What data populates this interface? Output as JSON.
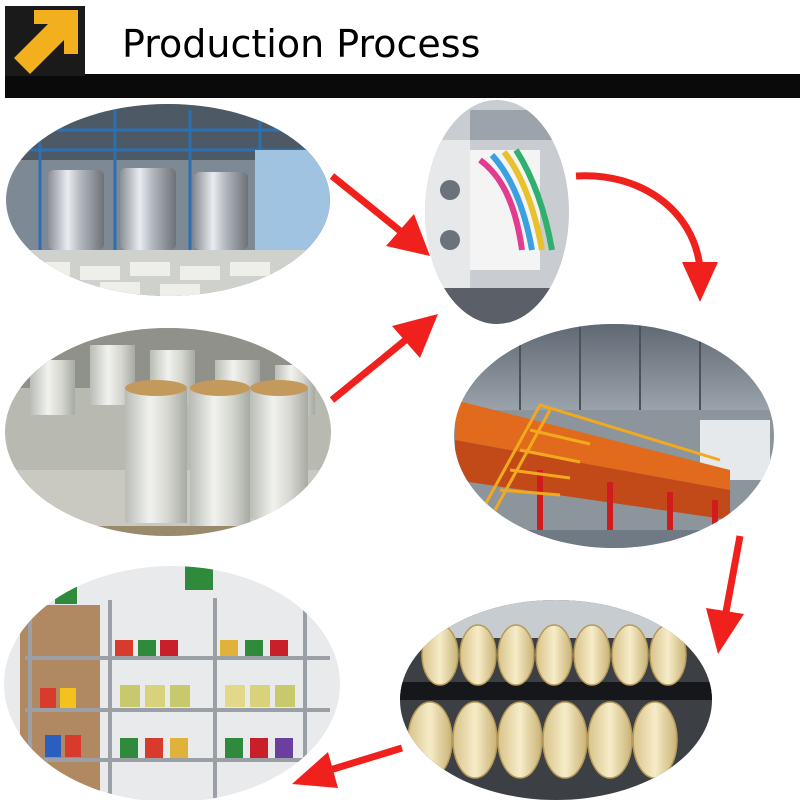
{
  "header": {
    "title": "Production Process",
    "icon": "up-right-arrow-icon",
    "icon_color": "#f2b01e",
    "bar_color": "#0a0a0a"
  },
  "arrow_color": "#f0201c",
  "steps": [
    {
      "id": "mixing-tanks",
      "photo": "stainless steel mixing tanks in factory"
    },
    {
      "id": "film-rolls",
      "photo": "large rolls of clear BOPP film"
    },
    {
      "id": "printing-machine",
      "photo": "printing machine with colored film"
    },
    {
      "id": "coating-line",
      "photo": "orange coating line with red frame and stairs"
    },
    {
      "id": "slitting-rolls",
      "photo": "rows of clear tape rolls on shafts"
    },
    {
      "id": "finished-products",
      "photo": "shelves of finished tape products"
    }
  ]
}
